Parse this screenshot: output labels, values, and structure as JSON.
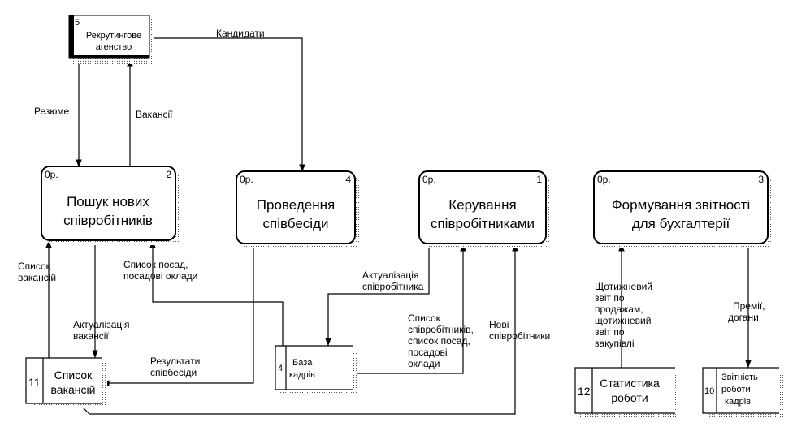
{
  "entity": {
    "id": "5",
    "lines": [
      "Рекрутингове",
      "агенство"
    ]
  },
  "processes": [
    {
      "key": "p2",
      "prefix": "0р.",
      "num": "2",
      "lines": [
        "Пошук нових",
        "співробітників"
      ]
    },
    {
      "key": "p4",
      "prefix": "0р.",
      "num": "4",
      "lines": [
        "Проведення",
        "співбесіди"
      ]
    },
    {
      "key": "p1",
      "prefix": "0р.",
      "num": "1",
      "lines": [
        "Керування",
        "співробітниками"
      ]
    },
    {
      "key": "p3",
      "prefix": "0р.",
      "num": "3",
      "lines": [
        "Формування звітності",
        "для бухгалтерії"
      ]
    }
  ],
  "stores": [
    {
      "key": "s11",
      "id": "11",
      "lines": [
        "Список",
        "вакансій"
      ]
    },
    {
      "key": "s4",
      "id": "4",
      "lines": [
        "База",
        "кадрів"
      ]
    },
    {
      "key": "s12",
      "id": "12",
      "lines": [
        "Статистика",
        "роботи"
      ]
    },
    {
      "key": "s10",
      "id": "10",
      "lines": [
        "Звітність",
        "роботи",
        "кадрів"
      ]
    }
  ],
  "flows": [
    {
      "key": "f1",
      "lines": [
        "Кандидати"
      ]
    },
    {
      "key": "f2",
      "lines": [
        "Резюме"
      ]
    },
    {
      "key": "f3",
      "lines": [
        "Вакансії"
      ]
    },
    {
      "key": "f4",
      "lines": [
        "Список",
        "вакансій"
      ]
    },
    {
      "key": "f5",
      "lines": [
        "Список посад,",
        "посадові оклади"
      ]
    },
    {
      "key": "f6",
      "lines": [
        "Актуалізація",
        "вакансії"
      ]
    },
    {
      "key": "f7",
      "lines": [
        "Результати",
        "співбесіди"
      ]
    },
    {
      "key": "f8",
      "lines": [
        "Актуалізація",
        "співробітника"
      ]
    },
    {
      "key": "f9",
      "lines": [
        "Список",
        "співробітників,",
        "список посад,",
        "посадові",
        "оклади"
      ]
    },
    {
      "key": "f10",
      "lines": [
        "Нові",
        "співробітники"
      ]
    },
    {
      "key": "f11",
      "lines": [
        "Щотижневий",
        "звіт по",
        "продажам,",
        "щотижневий",
        "звіт по",
        "закупівлі"
      ]
    },
    {
      "key": "f12",
      "lines": [
        "Премії,",
        "догани"
      ]
    }
  ]
}
